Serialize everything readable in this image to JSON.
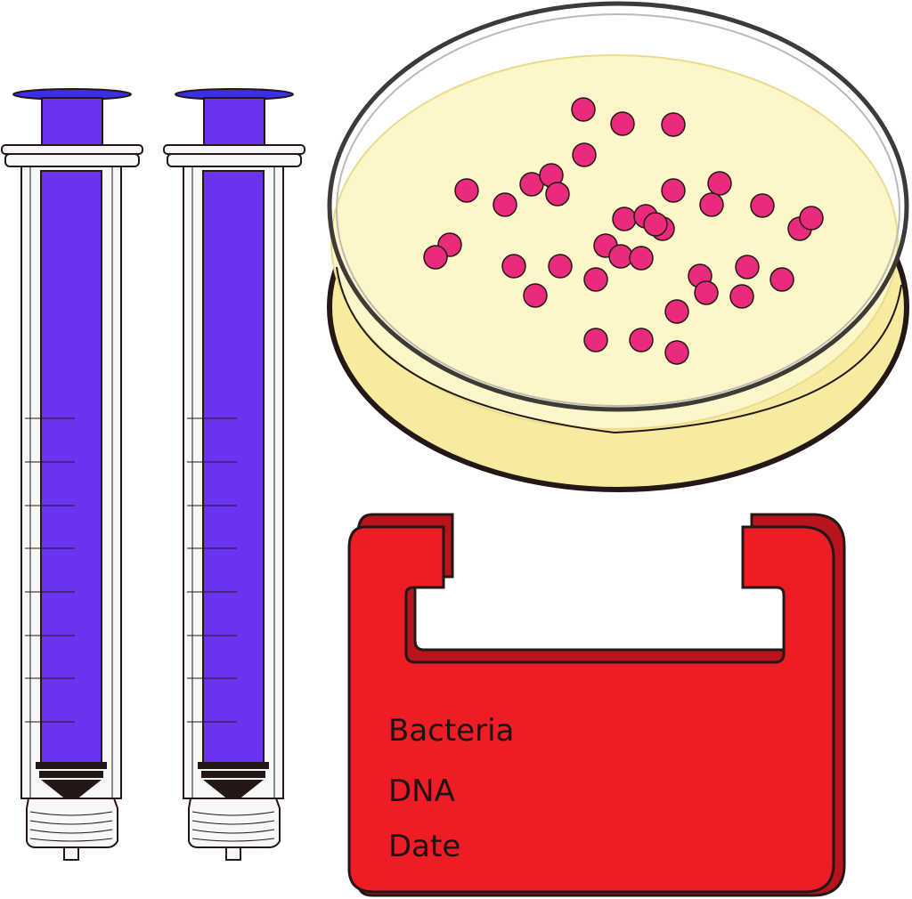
{
  "colors": {
    "plunger": "#6a33f2",
    "plunger_cap": "#3b2ee6",
    "stopper": "#231815",
    "syringe_barrel": "#f7f7f7",
    "outline": "#231815",
    "agar": "#fdf6c9",
    "agar_edge": "#f7eba0",
    "dish_rim": "#3d3a38",
    "colony": "#ea2a7b",
    "tag_red": "#ee1c25",
    "tag_shadow": "#b8141b",
    "label_text": "#1c1412"
  },
  "icons": {
    "syringe": "syringe-icon",
    "petri_dish": "petri-dish-icon",
    "tube_label": "tube-label-icon"
  },
  "syringes": [
    {
      "name": "syringe-1"
    },
    {
      "name": "syringe-2"
    }
  ],
  "petri_dish": {
    "colony_count": 37
  },
  "label_tag": {
    "fields": [
      {
        "label": "Bacteria"
      },
      {
        "label": "DNA"
      },
      {
        "label": "Date"
      }
    ]
  }
}
